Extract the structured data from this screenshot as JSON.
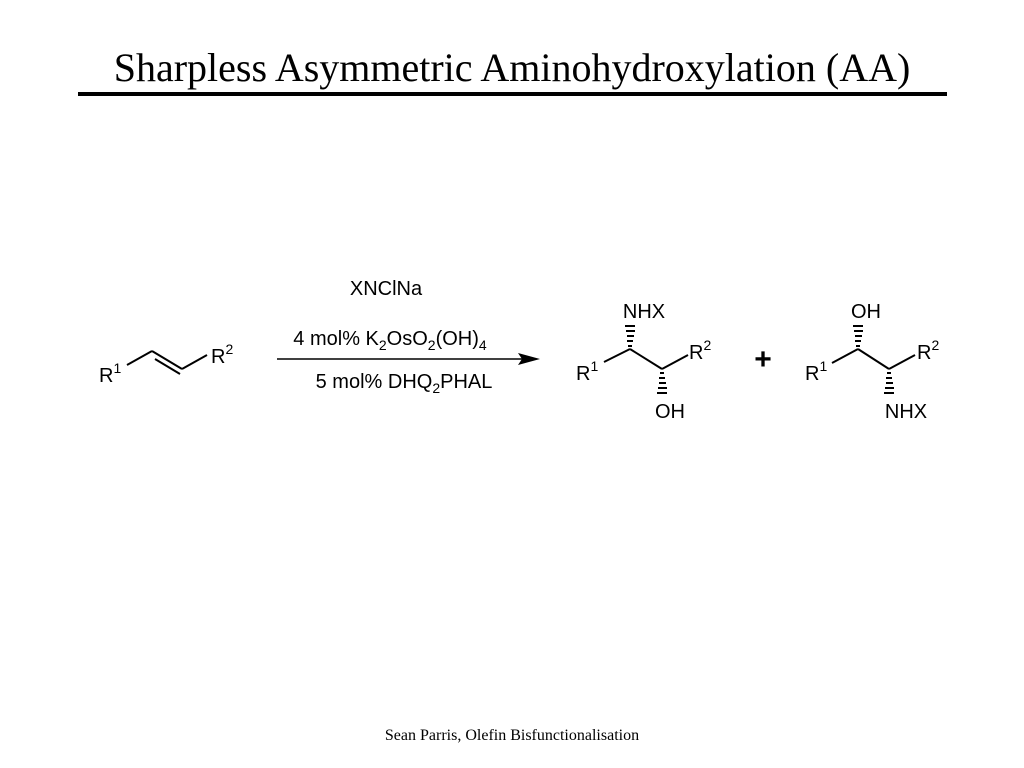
{
  "title": "Sharpless Asymmetric Aminohydroxylation (AA)",
  "footer": "Sean Parris, Olefin Bisfunctionalisation",
  "reactant": {
    "r1": "R",
    "r1_sup": "1",
    "r2": "R",
    "r2_sup": "2"
  },
  "reagents": {
    "top": "XNClNa",
    "middle": {
      "a": "4 mol% K",
      "a_sub": "2",
      "b": "OsO",
      "b_sub": "2",
      "c": "(OH)",
      "c_sub": "4"
    },
    "bottom": {
      "a": "5 mol% DHQ",
      "a_sub": "2",
      "b": "PHAL"
    }
  },
  "product1": {
    "top_group": "NHX",
    "bottom_group": "OH",
    "r1": "R",
    "r1_sup": "1",
    "r2": "R",
    "r2_sup": "2"
  },
  "plus": "+",
  "product2": {
    "top_group": "OH",
    "bottom_group": "NHX",
    "r1": "R",
    "r1_sup": "1",
    "r2": "R",
    "r2_sup": "2"
  }
}
